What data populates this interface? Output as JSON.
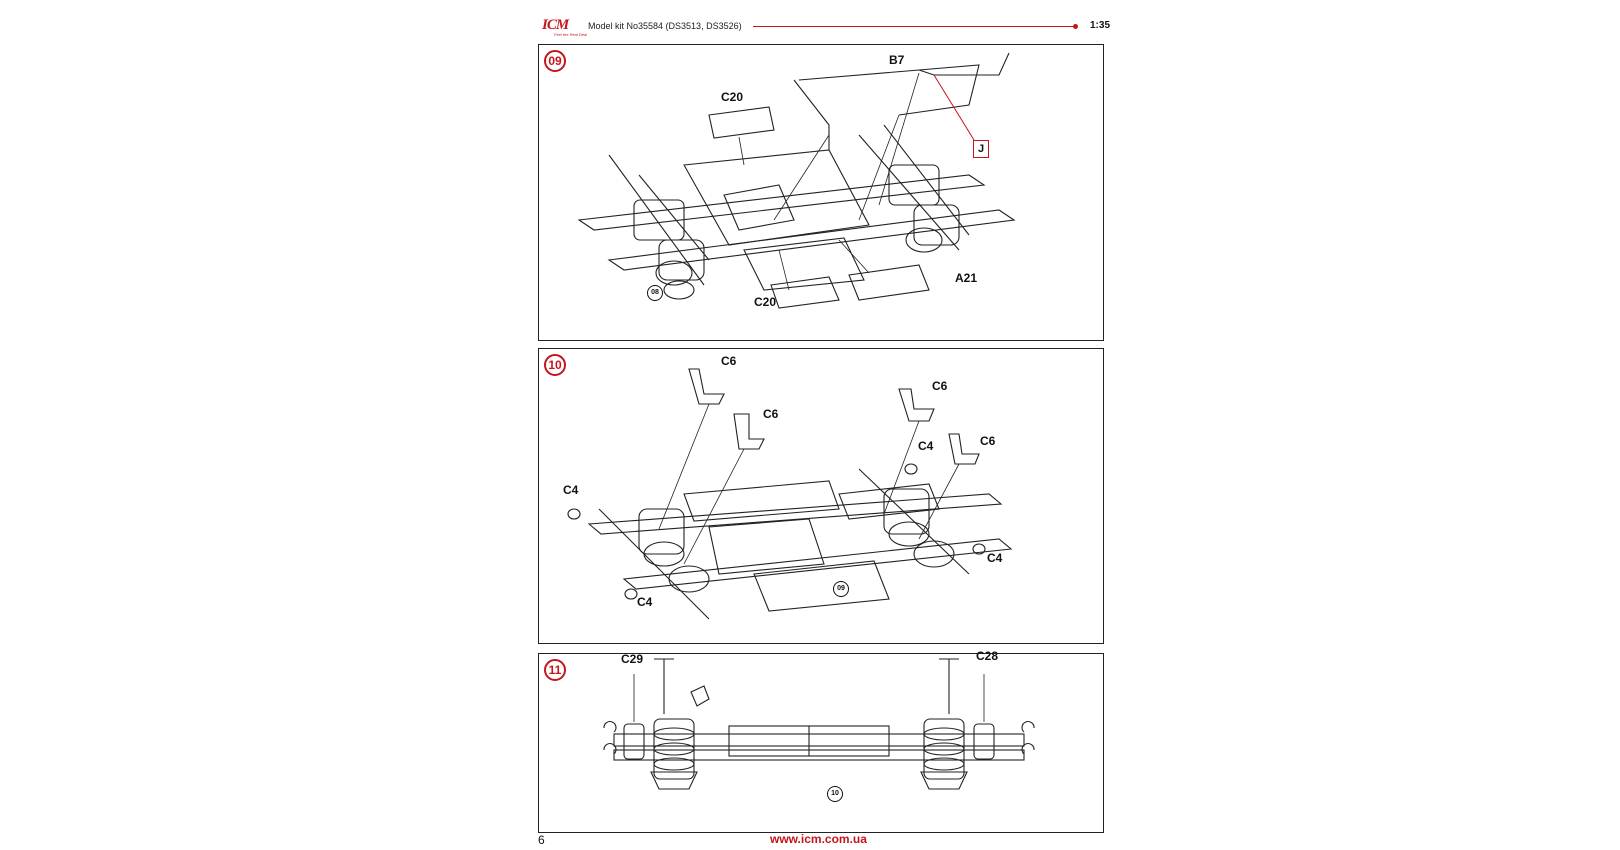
{
  "header": {
    "logo_text": "ICM",
    "logo_tagline": "Feel the Real Deal",
    "title": "Model kit No35584 (DS3513, DS3526)",
    "scale": "1:35"
  },
  "colors": {
    "accent": "#c4161c",
    "line": "#222222"
  },
  "steps": [
    {
      "number": "09",
      "labels": [
        "B7",
        "C20",
        "C20",
        "A21"
      ],
      "box_label": "J",
      "ref": "08"
    },
    {
      "number": "10",
      "labels": [
        "C6",
        "C6",
        "C6",
        "C6",
        "C4",
        "C4",
        "C4",
        "C4"
      ],
      "ref": "09"
    },
    {
      "number": "11",
      "labels": [
        "C29",
        "C28"
      ],
      "ref": "10"
    }
  ],
  "footer": {
    "page": "6",
    "url": "www.icm.com.ua"
  }
}
